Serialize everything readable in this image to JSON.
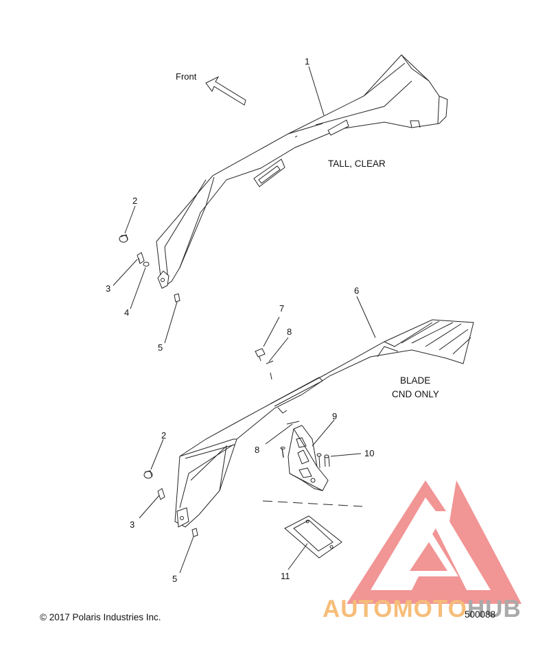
{
  "diagram": {
    "front_label": "Front",
    "upper_note": "TALL, CLEAR",
    "lower_note_line1": "BLADE",
    "lower_note_line2": "CND ONLY",
    "callouts": {
      "c1": "1",
      "c2a": "2",
      "c3a": "3",
      "c4": "4",
      "c5a": "5",
      "c6": "6",
      "c7": "7",
      "c8a": "8",
      "c9": "9",
      "c8b": "8",
      "c10": "10",
      "c2b": "2",
      "c3b": "3",
      "c5b": "5",
      "c11": "11"
    },
    "copyright": "© 2017 Polaris Industries Inc.",
    "figure_number": "500088"
  },
  "watermark": {
    "text_part1": "AUTOMOTO",
    "text_part2": "HUB",
    "color_part1": "#f6bd7a",
    "color_part2": "#aaaaaa",
    "logo_color": "#f08a8a"
  }
}
